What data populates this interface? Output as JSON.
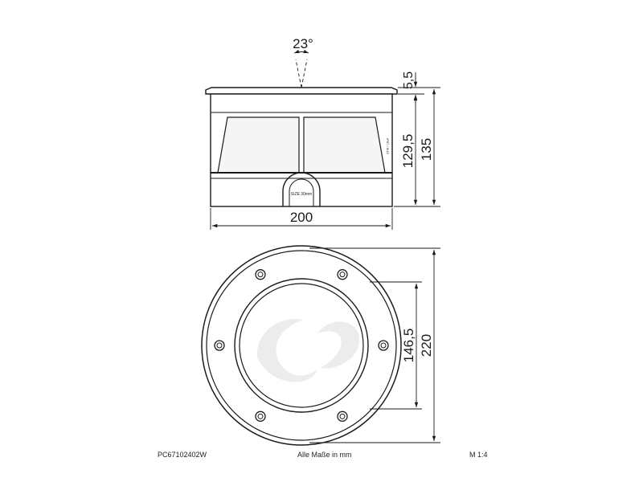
{
  "dimensions": {
    "beam_angle": "23°",
    "collar_height": "5,5",
    "body_height": "129,5",
    "total_height": "135",
    "width": "200",
    "glass_diameter": "146,5",
    "outer_diameter": "220"
  },
  "labels": {
    "side_vertical_text": "IP67 / IK10",
    "cable_gland": "SIZE 30mm"
  },
  "footer": {
    "product_code": "PC67102402W",
    "units_note": "Alle Maße in mm",
    "scale": "M 1:4"
  }
}
